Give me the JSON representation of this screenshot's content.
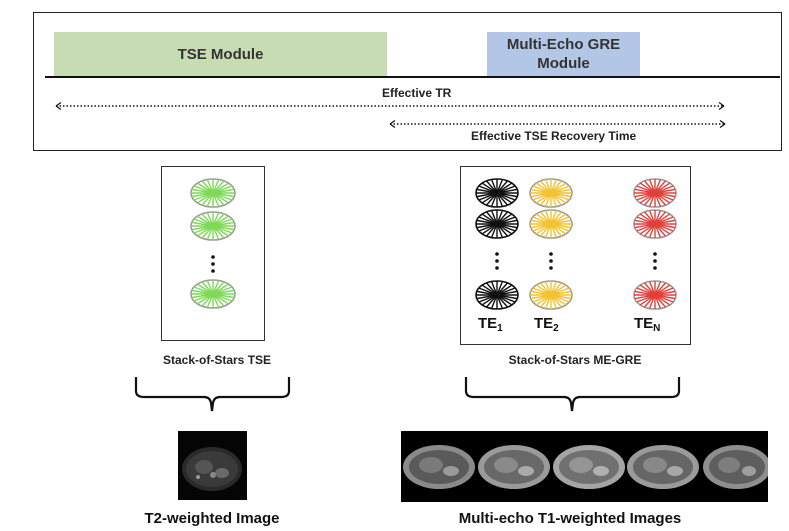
{
  "timing": {
    "tse_module": "TSE Module",
    "gre_module_line1": "Multi-Echo GRE",
    "gre_module_line2": "Module",
    "effective_tr": "Effective TR",
    "effective_tse_recovery": "Effective TSE Recovery Time"
  },
  "panels": {
    "tse_caption": "Stack-of-Stars TSE",
    "gre_caption": "Stack-of-Stars ME-GRE",
    "te1_main": "TE",
    "te1_sub": "1",
    "te2_main": "TE",
    "te2_sub": "2",
    "ten_main": "TE",
    "ten_sub": "N"
  },
  "outputs": {
    "t2_caption": "T2-weighted Image",
    "t1_caption": "Multi-echo T1-weighted Images"
  },
  "colors": {
    "tse_module": "#c8dcb3",
    "gre_module": "#b4c6e6",
    "spoke_green": "#7ed957",
    "spoke_black": "#111111",
    "spoke_yellow": "#f2c230",
    "spoke_red": "#e0403a"
  }
}
